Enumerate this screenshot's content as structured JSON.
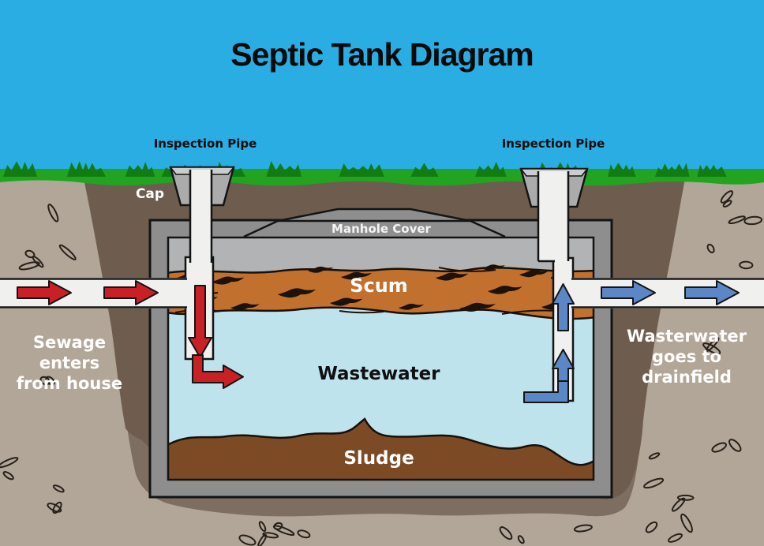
{
  "title": "Septic Tank Diagram",
  "labels": {
    "inspection_pipe_left": "Inspection Pipe",
    "inspection_pipe_right": "Inspection Pipe",
    "cap": "Cap",
    "manhole_cover": "Manhole Cover",
    "scum": "Scum",
    "wastewater": "Wastewater",
    "sludge": "Sludge"
  },
  "annotations": {
    "inlet": {
      "lines": [
        "Sewage",
        "enters",
        "from house"
      ]
    },
    "outlet": {
      "lines": [
        "Wasterwater",
        "goes to",
        "drainfield"
      ]
    }
  },
  "colors": {
    "sky": "#29ade3",
    "grass": "#22a322",
    "grass_dark": "#117c11",
    "soil": "#b2a698",
    "pit_upper": "#6e5d4f",
    "pit_lower": "#7d6e61",
    "tank_wall": "#8e8e8e",
    "headspace": "#b1b3b4",
    "scum": "#c2702e",
    "wastewater": "#bfe3ed",
    "sludge": "#7c4a24",
    "pipe": "#f0f0ef",
    "cap_gray": "#ababab",
    "cap_bevel": "#cccccc",
    "arrow_red": "#c92025",
    "arrow_blue": "#5b87c7",
    "outline": "#141414"
  }
}
